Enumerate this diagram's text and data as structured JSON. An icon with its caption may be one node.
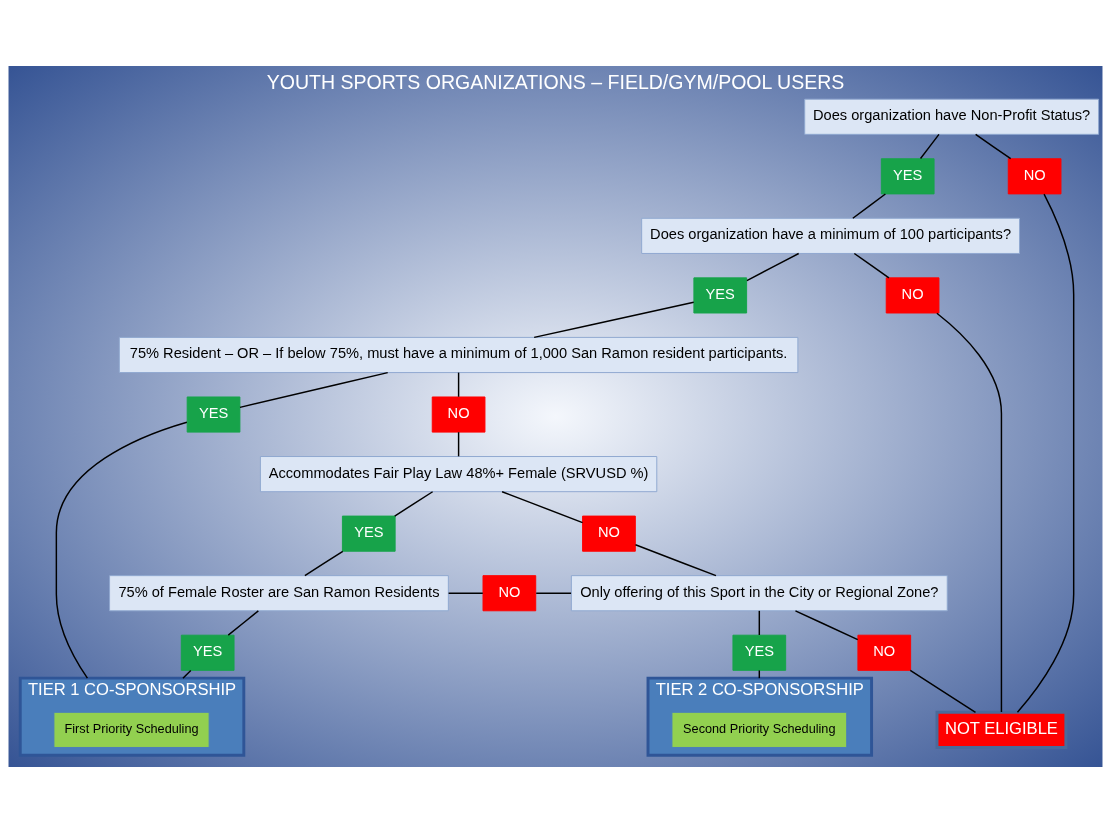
{
  "diagram": {
    "title": "YOUTH SPORTS ORGANIZATIONS – FIELD/GYM/POOL USERS",
    "nodes": [
      {
        "text": [
          "Does organization have Non-Profit Status?"
        ]
      },
      {
        "text": [
          "YES"
        ]
      },
      {
        "text": [
          "NO"
        ]
      },
      {
        "text": [
          "Does organization have a minimum of 100 participants?"
        ]
      },
      {
        "text": [
          "YES"
        ]
      },
      {
        "text": [
          "NO"
        ]
      },
      {
        "text": [
          "75% Resident – OR – If below 75%, must have a minimum of 1,000 San Ramon resident participants."
        ]
      },
      {
        "text": [
          "YES"
        ]
      },
      {
        "text": [
          "NO"
        ]
      },
      {
        "text": [
          "Accommodates Fair Play Law 48%+ Female (SRVUSD %)"
        ]
      },
      {
        "text": [
          "YES"
        ]
      },
      {
        "text": [
          "NO"
        ]
      },
      {
        "text": [
          "75% of Female Roster are San Ramon Residents"
        ]
      },
      {
        "text": [
          "NO"
        ]
      },
      {
        "text": [
          "Only offering of this Sport in the City or Regional Zone?"
        ]
      },
      {
        "text": [
          "YES"
        ]
      },
      {
        "text": [
          "YES"
        ]
      },
      {
        "text": [
          "NO"
        ]
      },
      {
        "text": [
          "TIER 1 CO-SPONSORSHIP"
        ]
      },
      {
        "text": [
          "First Priority Scheduling"
        ],
        "in": 18
      },
      {
        "text": [
          "TIER 2 CO-SPONSORSHIP"
        ]
      },
      {
        "text": [
          "Second Priority Scheduling"
        ],
        "in": 20
      },
      {
        "text": [
          "NOT ELIGIBLE"
        ]
      }
    ],
    "edges": [
      {
        "from": 0,
        "to": 1,
        "arrow": "none"
      },
      {
        "from": 0,
        "to": 2,
        "arrow": "none"
      },
      {
        "from": 1,
        "to": 3,
        "arrow": "none"
      },
      {
        "from": 3,
        "to": 4,
        "arrow": "none"
      },
      {
        "from": 3,
        "to": 5,
        "arrow": "none"
      },
      {
        "from": 4,
        "to": 6,
        "arrow": "none"
      },
      {
        "from": 6,
        "to": 7,
        "arrow": "none"
      },
      {
        "from": 6,
        "to": 8,
        "arrow": "none"
      },
      {
        "from": 8,
        "to": 9,
        "arrow": "none"
      },
      {
        "from": 9,
        "to": 10,
        "arrow": "none"
      },
      {
        "from": 9,
        "to": 11,
        "arrow": "none"
      },
      {
        "from": 10,
        "to": 12,
        "arrow": "none"
      },
      {
        "from": 11,
        "to": 14,
        "arrow": "none"
      },
      {
        "from": 12,
        "to": 13,
        "arrow": "none"
      },
      {
        "from": 13,
        "to": 14,
        "arrow": "none"
      },
      {
        "from": 12,
        "to": 15,
        "arrow": "none"
      },
      {
        "from": 14,
        "to": 16,
        "arrow": "none"
      },
      {
        "from": 14,
        "to": 17,
        "arrow": "none"
      },
      {
        "from": 15,
        "to": 18,
        "arrow": "none"
      },
      {
        "from": 16,
        "to": 20,
        "arrow": "none"
      },
      {
        "from": 17,
        "to": 22,
        "arrow": "none"
      },
      {
        "from": 2,
        "to": 22,
        "arrow": "none"
      },
      {
        "from": 5,
        "to": 22,
        "arrow": "none"
      },
      {
        "from": 7,
        "to": 18,
        "arrow": "none"
      }
    ]
  }
}
